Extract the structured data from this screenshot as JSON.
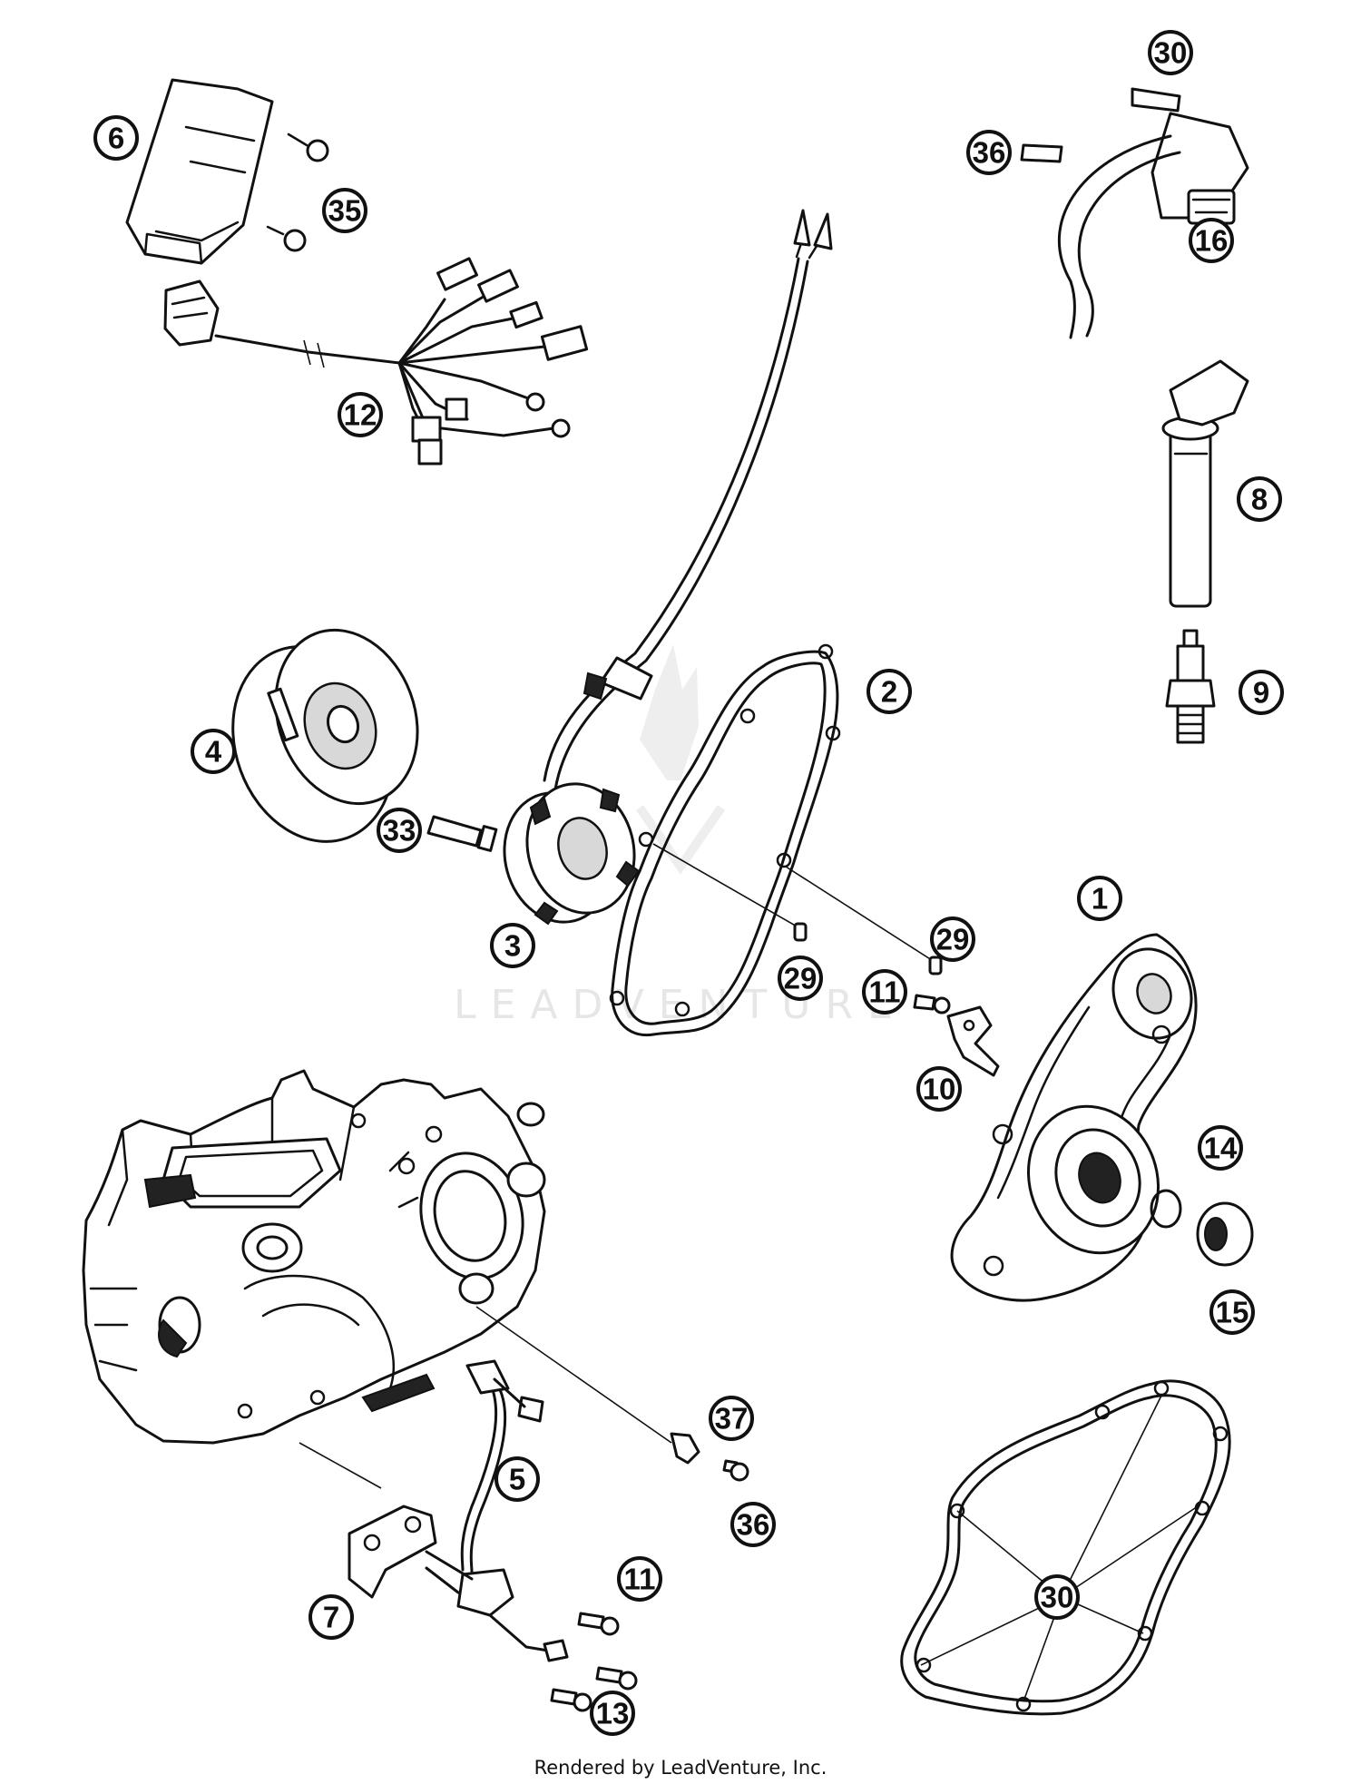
{
  "watermark": {
    "text": "LEADVENTURE"
  },
  "footer": {
    "text": "Rendered by LeadVenture, Inc."
  },
  "callouts": [
    {
      "label": "1"
    },
    {
      "label": "2"
    },
    {
      "label": "3"
    },
    {
      "label": "4"
    },
    {
      "label": "5"
    },
    {
      "label": "6"
    },
    {
      "label": "7"
    },
    {
      "label": "8"
    },
    {
      "label": "9"
    },
    {
      "label": "10"
    },
    {
      "label": "11"
    },
    {
      "label": "11"
    },
    {
      "label": "12"
    },
    {
      "label": "13"
    },
    {
      "label": "14"
    },
    {
      "label": "15"
    },
    {
      "label": "16"
    },
    {
      "label": "29"
    },
    {
      "label": "29"
    },
    {
      "label": "30"
    },
    {
      "label": "30"
    },
    {
      "label": "33"
    },
    {
      "label": "35"
    },
    {
      "label": "36"
    },
    {
      "label": "36"
    },
    {
      "label": "37"
    }
  ]
}
